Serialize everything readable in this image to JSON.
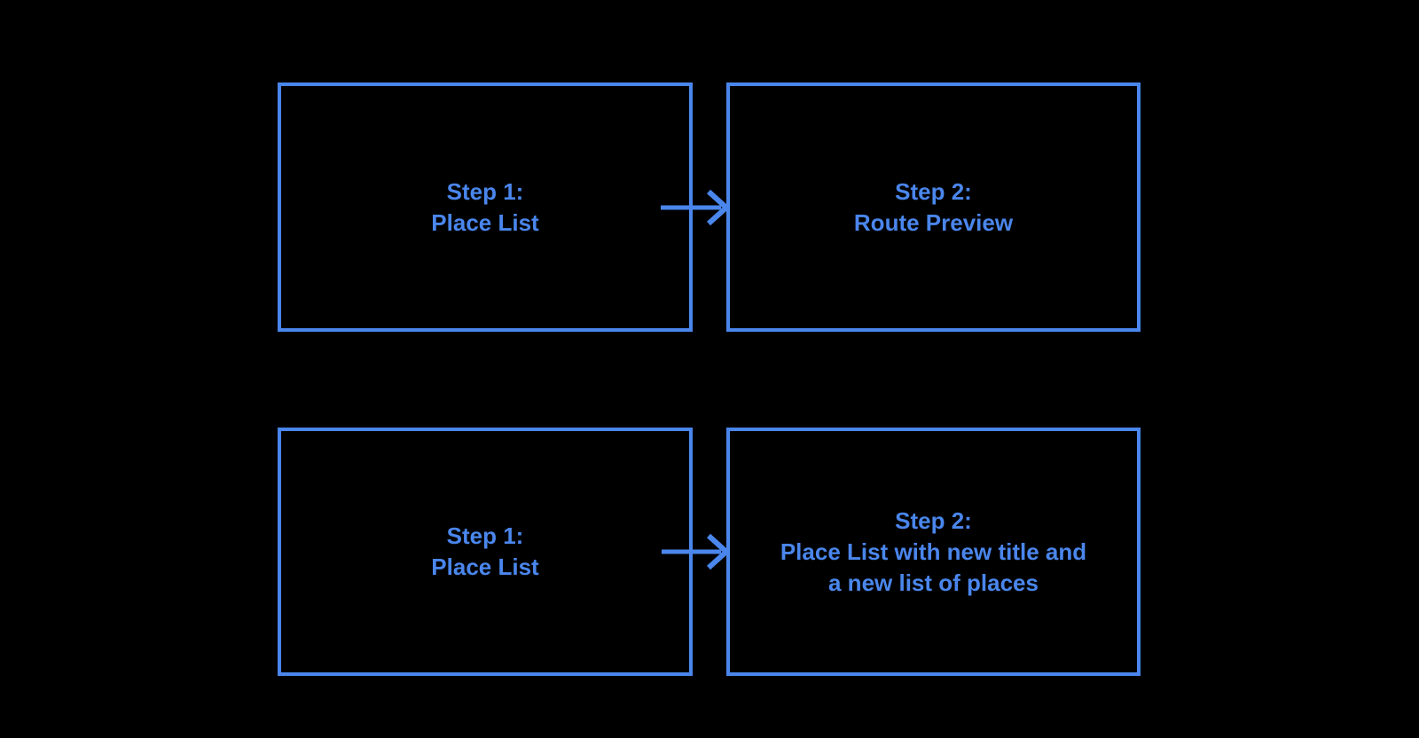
{
  "colors": {
    "background": "#000000",
    "accent": "#4A86EC"
  },
  "diagram": {
    "type": "flowchart",
    "rows": [
      {
        "from": {
          "lines": [
            "Step 1:",
            "Place List"
          ]
        },
        "connector": "arrow-right",
        "to": {
          "lines": [
            "Step 2:",
            "Route Preview"
          ]
        }
      },
      {
        "from": {
          "lines": [
            "Step 1:",
            "Place List"
          ]
        },
        "connector": "arrow-right",
        "to": {
          "lines": [
            "Step 2:",
            "Place List with new title and",
            "a new list of places"
          ]
        }
      }
    ]
  }
}
